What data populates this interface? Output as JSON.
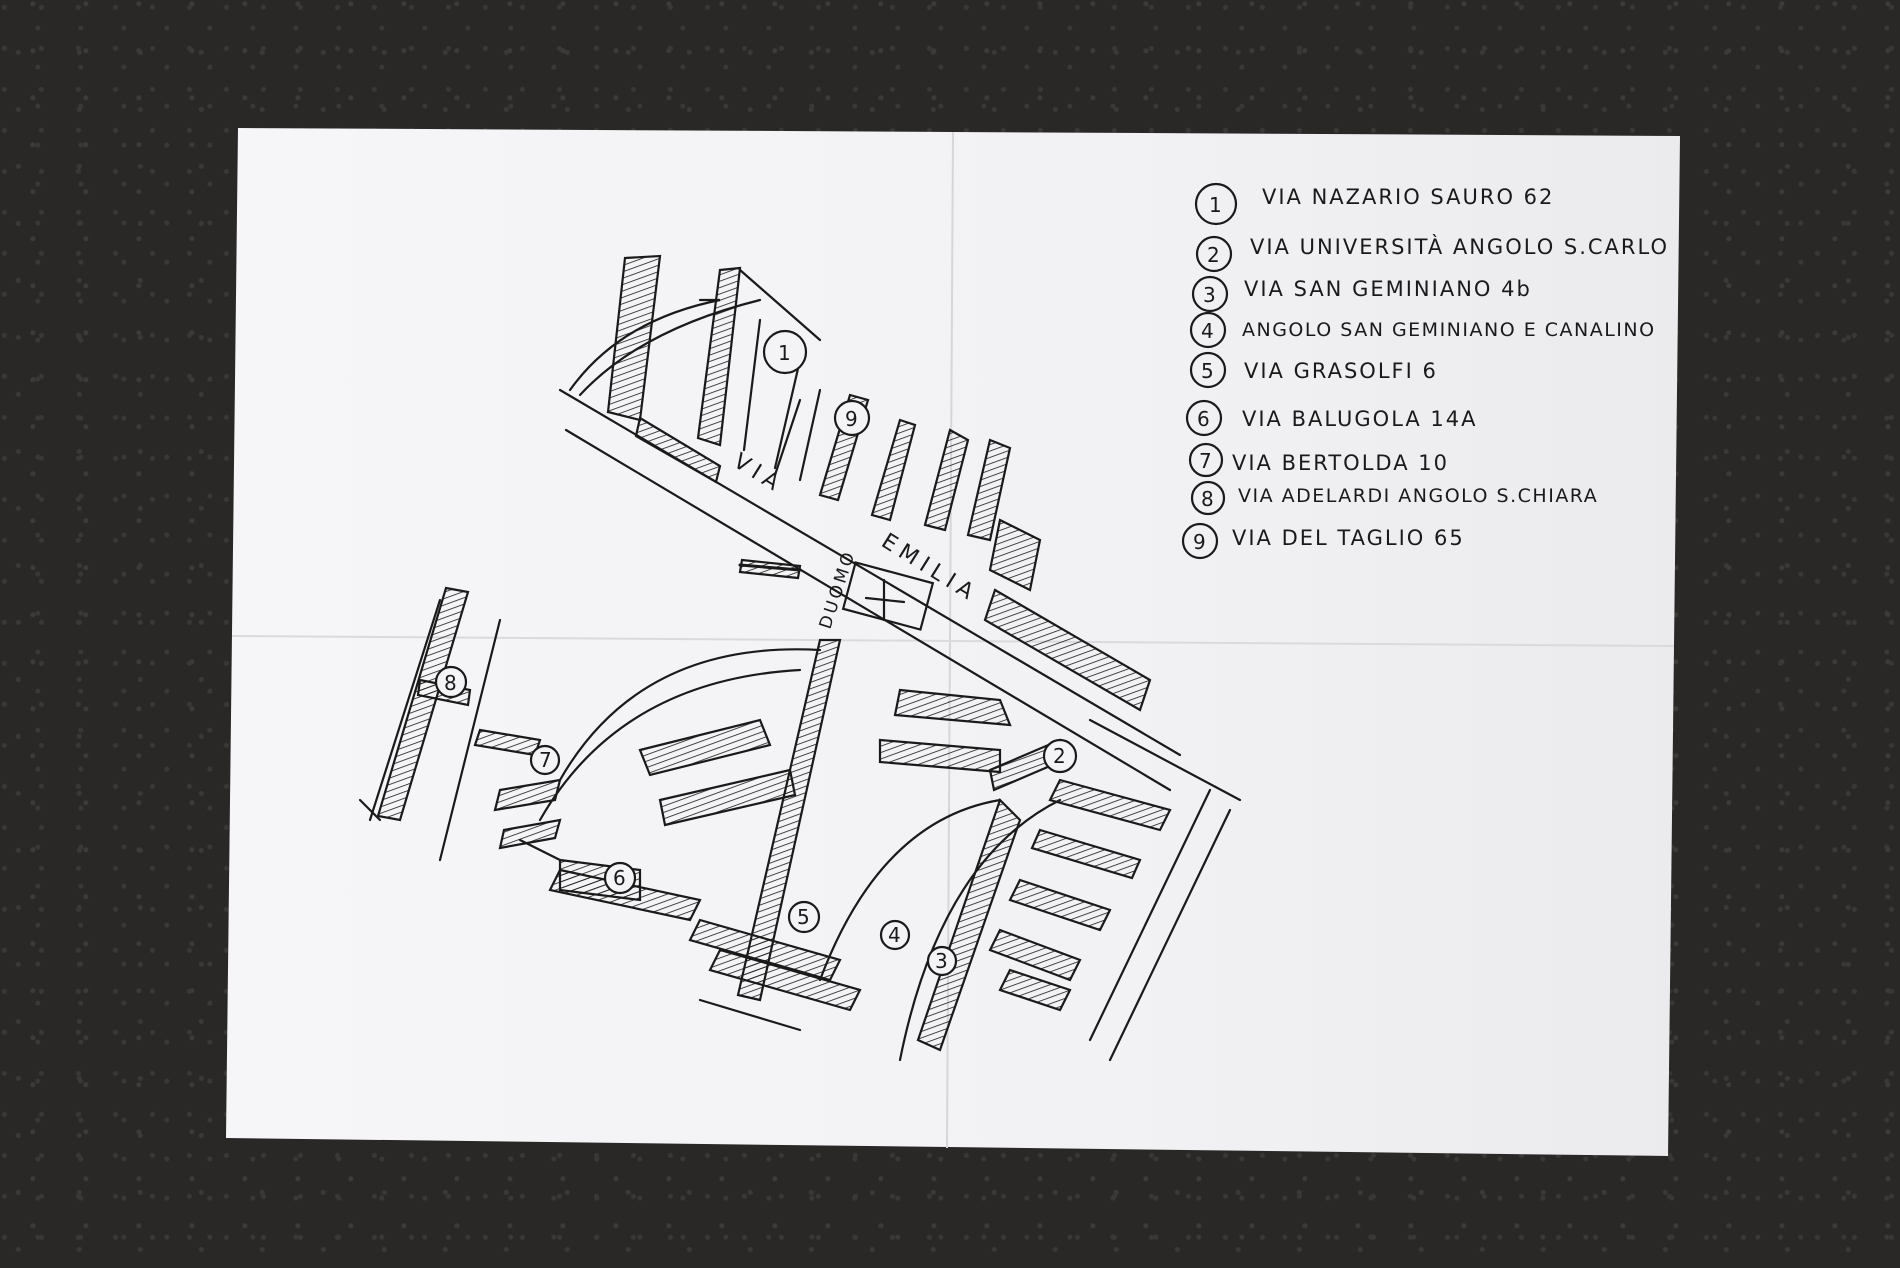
{
  "legend": {
    "items": [
      {
        "num": "1",
        "text": "VIA NAZARIO SAURO 62"
      },
      {
        "num": "2",
        "text": "VIA UNIVERSITÀ ANGOLO S.CARLO"
      },
      {
        "num": "3",
        "text": "VIA SAN GEMINIANO 4b"
      },
      {
        "num": "4",
        "text": "ANGOLO SAN GEMINIANO E CANALINO"
      },
      {
        "num": "5",
        "text": "VIA GRASOLFI 6"
      },
      {
        "num": "6",
        "text": "VIA BALUGOLA 14A"
      },
      {
        "num": "7",
        "text": "VIA BERTOLDA 10"
      },
      {
        "num": "8",
        "text": "VIA ADELARDI ANGOLO S.CHIARA"
      },
      {
        "num": "9",
        "text": "VIA DEL TAGLIO 65"
      }
    ]
  },
  "map": {
    "street_via": "VIA",
    "street_emilia": "EMILIA",
    "street_duomo": "DUOMO",
    "markers": [
      "1",
      "2",
      "3",
      "4",
      "5",
      "6",
      "7",
      "8",
      "9"
    ]
  },
  "colors": {
    "asphalt": "#2a2827",
    "paper": "#f4f4f6",
    "ink": "#1a1a1a"
  }
}
